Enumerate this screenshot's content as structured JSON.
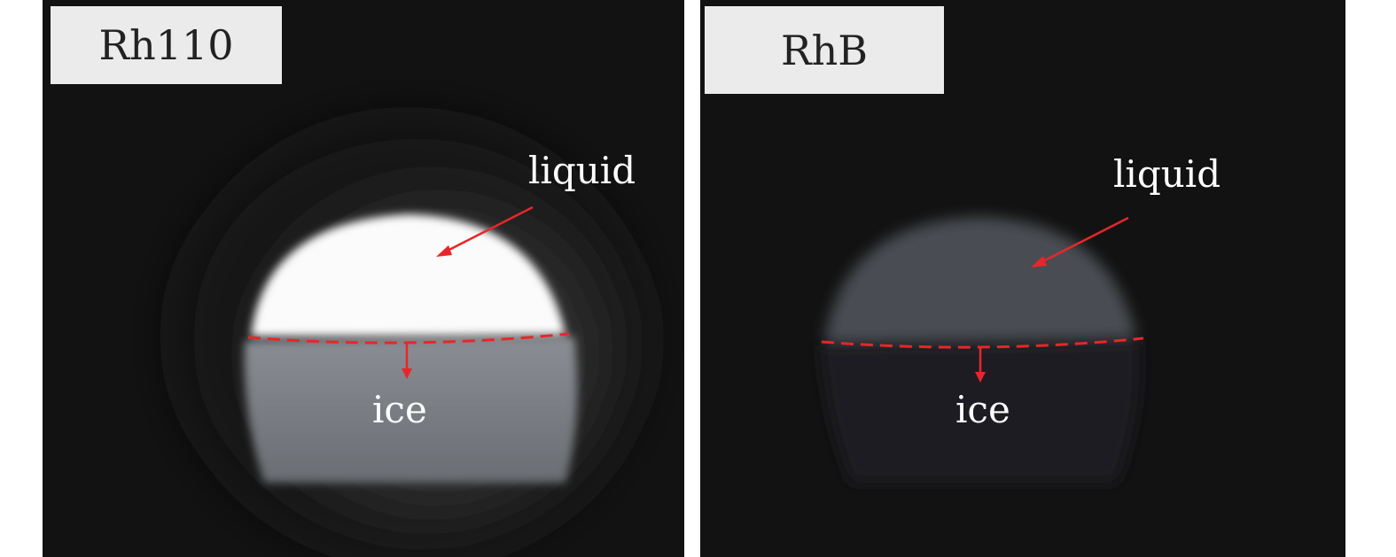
{
  "panels": [
    {
      "title": "Rh110",
      "liquid_label": "liquid",
      "ice_label": "ice"
    },
    {
      "title": "RhB",
      "liquid_label": "liquid",
      "ice_label": "ice"
    }
  ],
  "colors": {
    "annotation": "#e8262a",
    "background": "#121212",
    "label_box": "#ebebeb"
  }
}
